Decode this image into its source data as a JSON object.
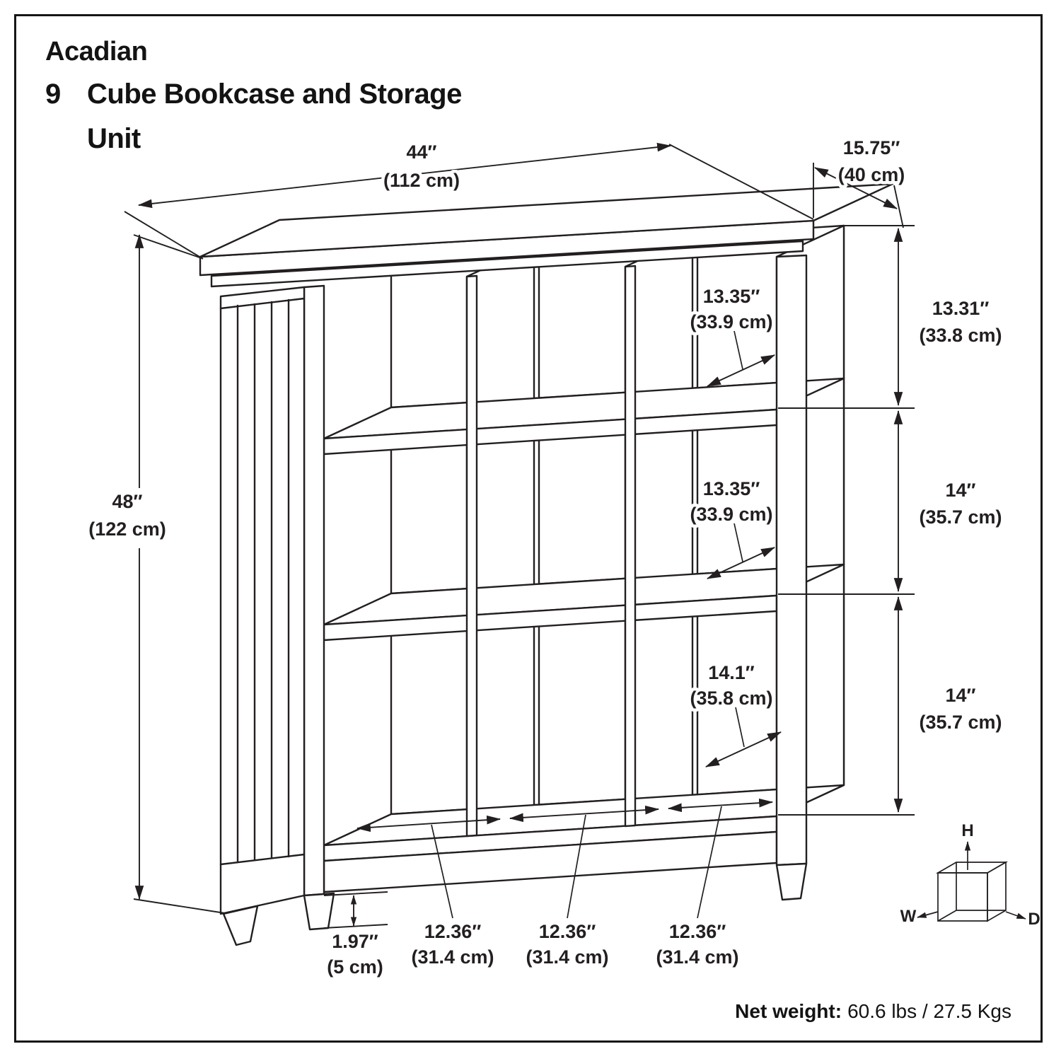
{
  "title": {
    "brand": "Acadian",
    "count": "9",
    "product": "Cube Bookcase and Storage",
    "product2": "Unit"
  },
  "dims": {
    "width": {
      "in": "44″",
      "cm": "(112 cm)"
    },
    "depth": {
      "in": "15.75″",
      "cm": "(40 cm)"
    },
    "height": {
      "in": "48″",
      "cm": "(122 cm)"
    },
    "section_top": {
      "in": "13.31″",
      "cm": "(33.8 cm)"
    },
    "section_mid": {
      "in": "14″",
      "cm": "(35.7 cm)"
    },
    "section_bot": {
      "in": "14″",
      "cm": "(35.7 cm)"
    },
    "cube_depth_top": {
      "in": "13.35″",
      "cm": "(33.9 cm)"
    },
    "cube_depth_mid": {
      "in": "13.35″",
      "cm": "(33.9 cm)"
    },
    "cube_depth_bot": {
      "in": "14.1″",
      "cm": "(35.8 cm)"
    },
    "toe_kick": {
      "in": "1.97″",
      "cm": "(5 cm)"
    },
    "cube_width_1": {
      "in": "12.36″",
      "cm": "(31.4 cm)"
    },
    "cube_width_2": {
      "in": "12.36″",
      "cm": "(31.4 cm)"
    },
    "cube_width_3": {
      "in": "12.36″",
      "cm": "(31.4 cm)"
    }
  },
  "axis_legend": {
    "height": "H",
    "width": "W",
    "depth": "D"
  },
  "footer": {
    "net_weight_label": "Net weight:",
    "net_weight_value": "60.6 lbs / 27.5 Kgs"
  },
  "colors": {
    "line": "#231f20",
    "background": "#ffffff"
  }
}
